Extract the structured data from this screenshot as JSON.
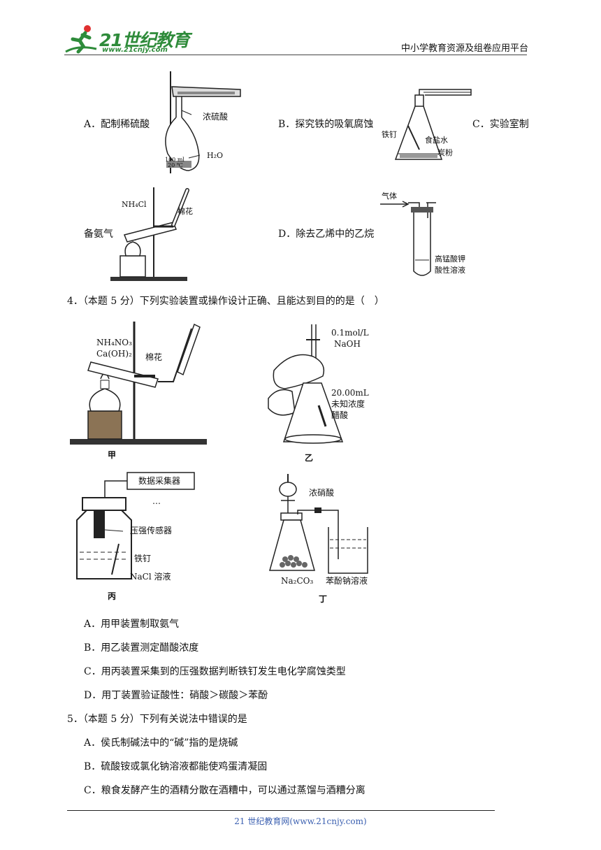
{
  "header": {
    "logo_main": "21世纪教育",
    "logo_url": "www.21cnjy.com",
    "platform": "中小学教育资源及组卷应用平台"
  },
  "q3": {
    "option_a": "A．配制稀硫酸",
    "option_b": "B．探究铁的吸氧腐蚀",
    "option_c_part1": "C．实验室制",
    "option_c_part2": "备氨气",
    "option_d": "D．除去乙烯中的乙烷",
    "fig_a": {
      "acid": "浓硫酸",
      "water": "H₂O",
      "flask1": "100 ml",
      "flask2": "20 ℃"
    },
    "fig_b": {
      "nail": "铁钉",
      "salt": "食盐水",
      "carbon": "炭粉"
    },
    "fig_c": {
      "reagent": "NH₄Cl",
      "cotton": "棉花"
    },
    "fig_d": {
      "gas": "气体",
      "sol1": "高锰酸钾",
      "sol2": "酸性溶液"
    }
  },
  "q4": {
    "stem": "4．（本题 5 分）下列实验装置或操作设计正确、且能达到目的的是（　）",
    "jia": {
      "r1": "NH₄NO₃",
      "r2": "Ca(OH)₂",
      "cotton": "棉花",
      "caption": "甲"
    },
    "yi": {
      "c1": "0.1mol/L",
      "c2": "NaOH",
      "vol": "20.00mL",
      "a1": "未知浓度",
      "a2": "醋酸",
      "caption": "乙"
    },
    "bing": {
      "collector": "数据采集器",
      "dots": "…",
      "sensor": "压强传感器",
      "nail": "铁钉",
      "sol": "NaCl 溶液",
      "caption": "丙"
    },
    "ding": {
      "acid": "浓硝酸",
      "salt": "Na₂CO₃",
      "sol": "苯酚钠溶液",
      "caption": "丁"
    },
    "options": [
      "A．用甲装置制取氨气",
      "B．用乙装置测定醋酸浓度",
      "C．用丙装置采集到的压强数据判断铁钉发生电化学腐蚀类型",
      "D．用丁装置验证酸性：硝酸＞碳酸＞苯酚"
    ]
  },
  "q5": {
    "stem": "5．（本题 5 分）下列有关说法中错误的是",
    "options": [
      "A．侯氏制碱法中的“碱”指的是烧碱",
      "B．硫酸铵或氯化钠溶液都能使鸡蛋清凝固",
      "C．粮食发酵产生的酒精分散在酒糟中，可以通过蒸馏与酒糟分离"
    ]
  },
  "footer": {
    "text": "21 世纪教育网(www.21cnjy.com)"
  },
  "colors": {
    "logo_green": "#2e8b3a",
    "footer_blue": "#3a5fb0"
  }
}
